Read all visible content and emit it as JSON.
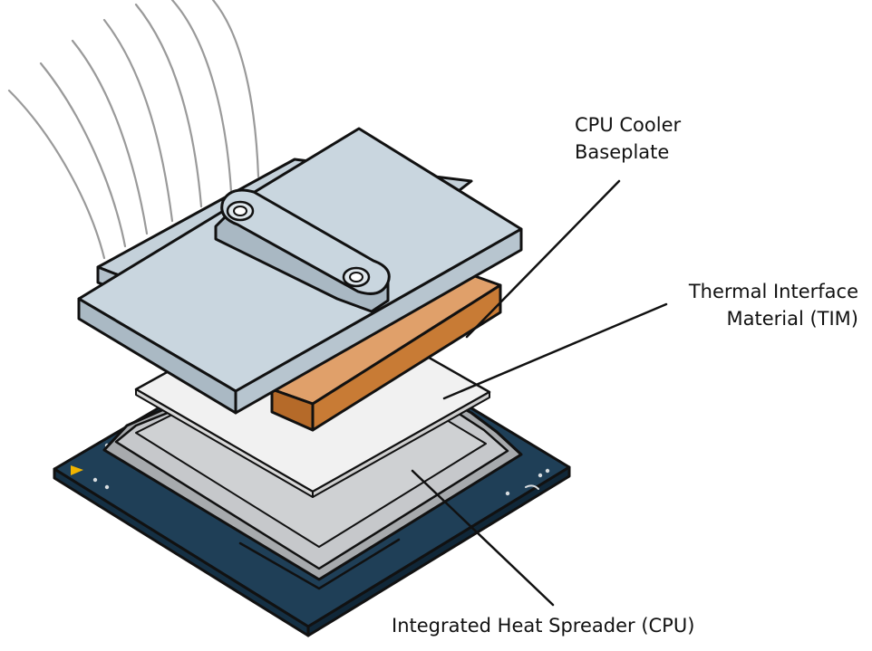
{
  "labels": {
    "baseplate_line1": "CPU Cooler",
    "baseplate_line2": "Baseplate",
    "tim_line1": "Thermal Interface",
    "tim_line2": "Material (TIM)",
    "ihs": "Integrated Heat Spreader (CPU)"
  },
  "colors": {
    "outline": "#111111",
    "cpu_substrate": "#1f3f57",
    "ihs_top": "#c6c8cb",
    "tim_sheet": "#f1f1f1",
    "baseplate_top": "#c9d6df",
    "copper": "#c87b35",
    "heatpipes": "#9a9a9a"
  }
}
